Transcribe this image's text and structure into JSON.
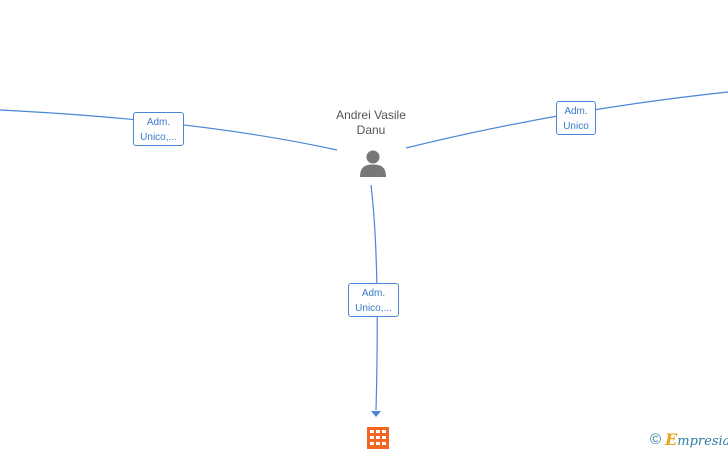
{
  "person": {
    "name_line1": "Andrei Vasile",
    "name_line2": "Danu",
    "icon": "person-icon"
  },
  "edges": [
    {
      "id": "left",
      "label_line1": "Adm.",
      "label_line2": "Unico,..."
    },
    {
      "id": "right",
      "label_line1": "Adm.",
      "label_line2": "Unico"
    },
    {
      "id": "bottom",
      "label_line1": "Adm.",
      "label_line2": "Unico,..."
    }
  ],
  "company": {
    "icon": "building-icon",
    "color": "#f26522"
  },
  "colors": {
    "edge": "#4a86d8",
    "person": "#777777",
    "label_text": "#3a78cc"
  },
  "watermark": {
    "copyright": "©",
    "brand_initial": "E",
    "brand_rest": "mpresia"
  }
}
